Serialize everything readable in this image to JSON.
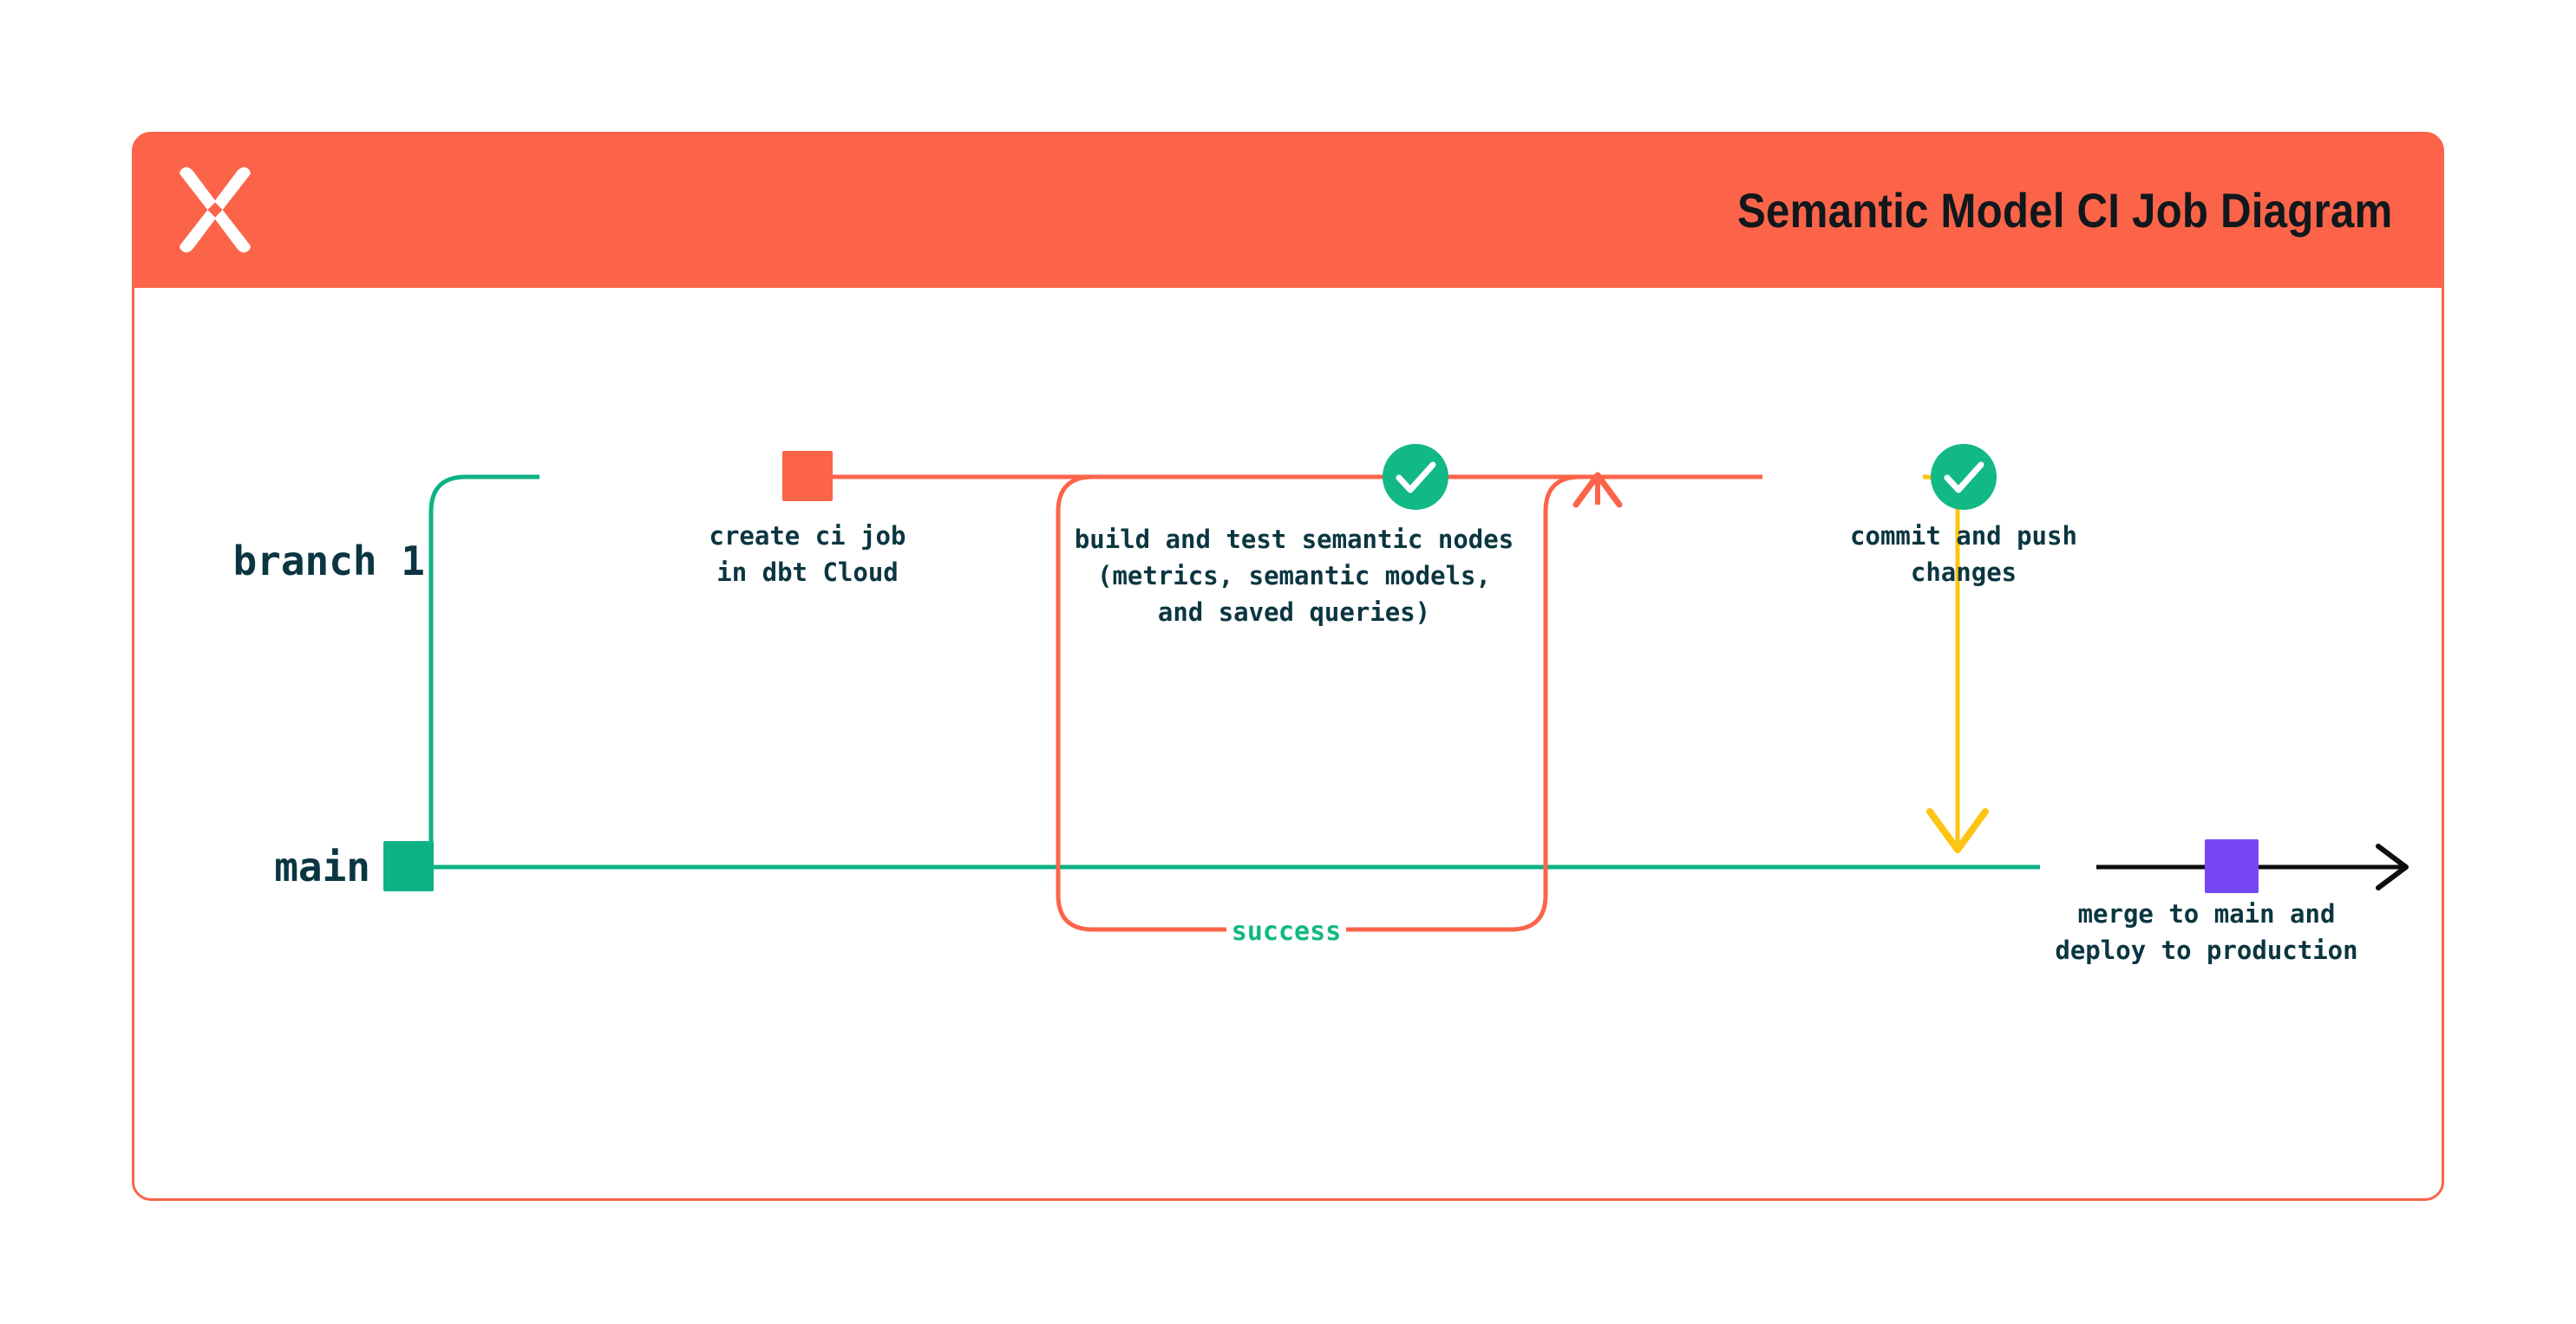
{
  "header": {
    "title": "Semantic Model CI Job Diagram",
    "logo_icon": "dbt-logo-icon",
    "background_color": "#fc6449",
    "title_color": "#11181c"
  },
  "card": {
    "border_color": "#fc6449",
    "background_color": "#ffffff"
  },
  "colors": {
    "orange": "#fc6449",
    "green": "#0db285",
    "check_green": "#12b886",
    "yellow": "#fdc414",
    "purple": "#7747f5",
    "black": "#0d0d0d",
    "label_navy": "#0b3641",
    "success_green": "#10b981"
  },
  "diagram": {
    "type": "git-branch-flow",
    "branches": [
      {
        "id": "branch-1",
        "label": "branch 1",
        "line_color_start": "#0db285",
        "line_color_end": "#fc6449"
      },
      {
        "id": "main",
        "label": "main",
        "line_color": "#0db285"
      }
    ],
    "nodes": [
      {
        "id": "main-start",
        "shape": "square",
        "color": "#0db285",
        "branch": "main",
        "label": ""
      },
      {
        "id": "create-ci-job",
        "shape": "square",
        "color": "#fc6449",
        "branch": "branch-1",
        "label_lines": [
          "create ci job",
          "in dbt Cloud"
        ]
      },
      {
        "id": "build-and-test",
        "shape": "check-circle",
        "color": "#12b886",
        "branch": "branch-1",
        "icon": "check-icon",
        "label_lines": [
          "build and test semantic nodes",
          "(metrics, semantic models,",
          "and saved queries)"
        ]
      },
      {
        "id": "commit-and-push",
        "shape": "check-circle",
        "color": "#12b886",
        "branch": "branch-1",
        "icon": "check-icon",
        "label_lines": [
          "commit and push",
          "changes"
        ]
      },
      {
        "id": "merge-to-main",
        "shape": "square",
        "color": "#7747f5",
        "branch": "main",
        "label_lines": [
          "merge to main and",
          "deploy to production"
        ]
      }
    ],
    "loop": {
      "id": "success-loop",
      "label": "success",
      "label_color": "#10b981",
      "line_color": "#fc6449",
      "arrow": "up"
    },
    "merge_arrow": {
      "id": "merge-arrow",
      "color": "#fdc414",
      "direction": "down"
    },
    "main_continuation_arrow": {
      "id": "main-arrow",
      "color": "#0d0d0d",
      "direction": "right"
    }
  }
}
